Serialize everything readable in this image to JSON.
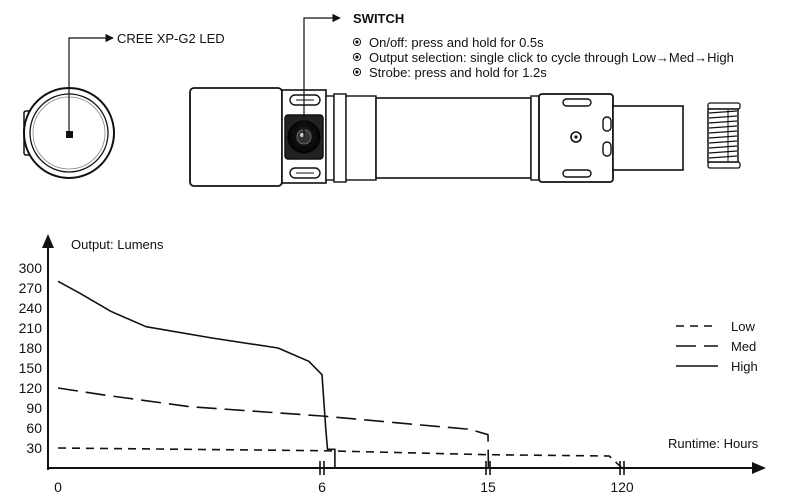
{
  "led_callout": "CREE XP-G2 LED",
  "switch": {
    "title": "SWITCH",
    "items": [
      "On/off: press and hold for 0.5s",
      "Output selection: single click to cycle through Low→Med→High",
      "Strobe: press and hold for 1.2s"
    ]
  },
  "chart_data": {
    "type": "line",
    "ylabel": "Output: Lumens",
    "xlabel": "Runtime: Hours",
    "y_ticks": [
      30,
      60,
      90,
      120,
      150,
      180,
      210,
      240,
      270,
      300
    ],
    "x_ticks": [
      "0",
      "6",
      "15",
      "120"
    ],
    "legend_position": "right",
    "series": [
      {
        "name": "Low",
        "style": "short-dash",
        "points": [
          [
            0,
            30
          ],
          [
            6,
            26
          ],
          [
            15,
            20
          ],
          [
            110,
            18
          ],
          [
            120,
            0
          ]
        ]
      },
      {
        "name": "Med",
        "style": "long-dash",
        "points": [
          [
            0,
            120
          ],
          [
            1,
            110
          ],
          [
            3,
            92
          ],
          [
            6,
            78
          ],
          [
            10,
            68
          ],
          [
            14,
            58
          ],
          [
            15,
            50
          ],
          [
            15.3,
            0
          ]
        ]
      },
      {
        "name": "High",
        "style": "solid",
        "points": [
          [
            0,
            280
          ],
          [
            0.5,
            262
          ],
          [
            1.2,
            235
          ],
          [
            2,
            212
          ],
          [
            3.5,
            195
          ],
          [
            5,
            180
          ],
          [
            5.7,
            160
          ],
          [
            6,
            140
          ],
          [
            6.2,
            60
          ],
          [
            6.3,
            28
          ],
          [
            6.7,
            28
          ],
          [
            6.7,
            0
          ]
        ]
      }
    ],
    "note": "non-linear time axis; break markers at 6, 15, 120"
  }
}
